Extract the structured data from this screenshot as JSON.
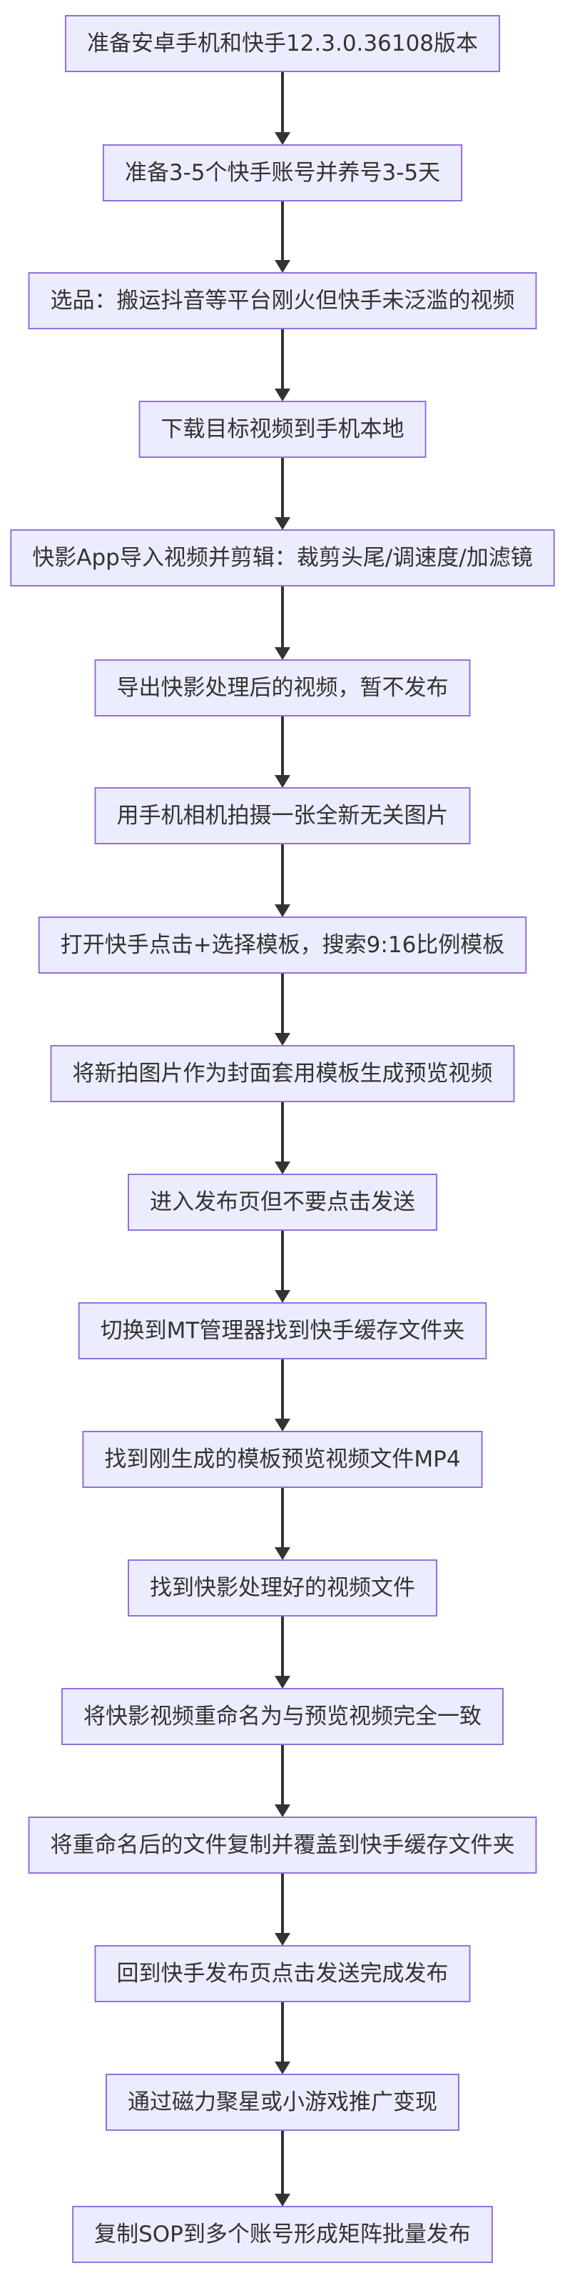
{
  "steps": [
    "准备安卓手机和快手12.3.0.36108版本",
    "准备3-5个快手账号并养号3-5天",
    "选品：搬运抖音等平台刚火但快手未泛滥的视频",
    "下载目标视频到手机本地",
    "快影App导入视频并剪辑：裁剪头尾/调速度/加滤镜",
    "导出快影处理后的视频，暂不发布",
    "用手机相机拍摄一张全新无关图片",
    "打开快手点击+选择模板，搜索9:16比例模板",
    "将新拍图片作为封面套用模板生成预览视频",
    "进入发布页但不要点击发送",
    "切换到MT管理器找到快手缓存文件夹",
    "找到刚生成的模板预览视频文件MP4",
    "找到快影处理好的视频文件",
    "将快影视频重命名为与预览视频完全一致",
    "将重命名后的文件复制并覆盖到快手缓存文件夹",
    "回到快手发布页点击发送完成发布",
    "通过磁力聚星或小游戏推广变现",
    "复制SOP到多个账号形成矩阵批量发布"
  ],
  "colors": {
    "node_fill": "#ececff",
    "node_border": "#9370db",
    "edge": "#333333",
    "text": "#333333"
  }
}
